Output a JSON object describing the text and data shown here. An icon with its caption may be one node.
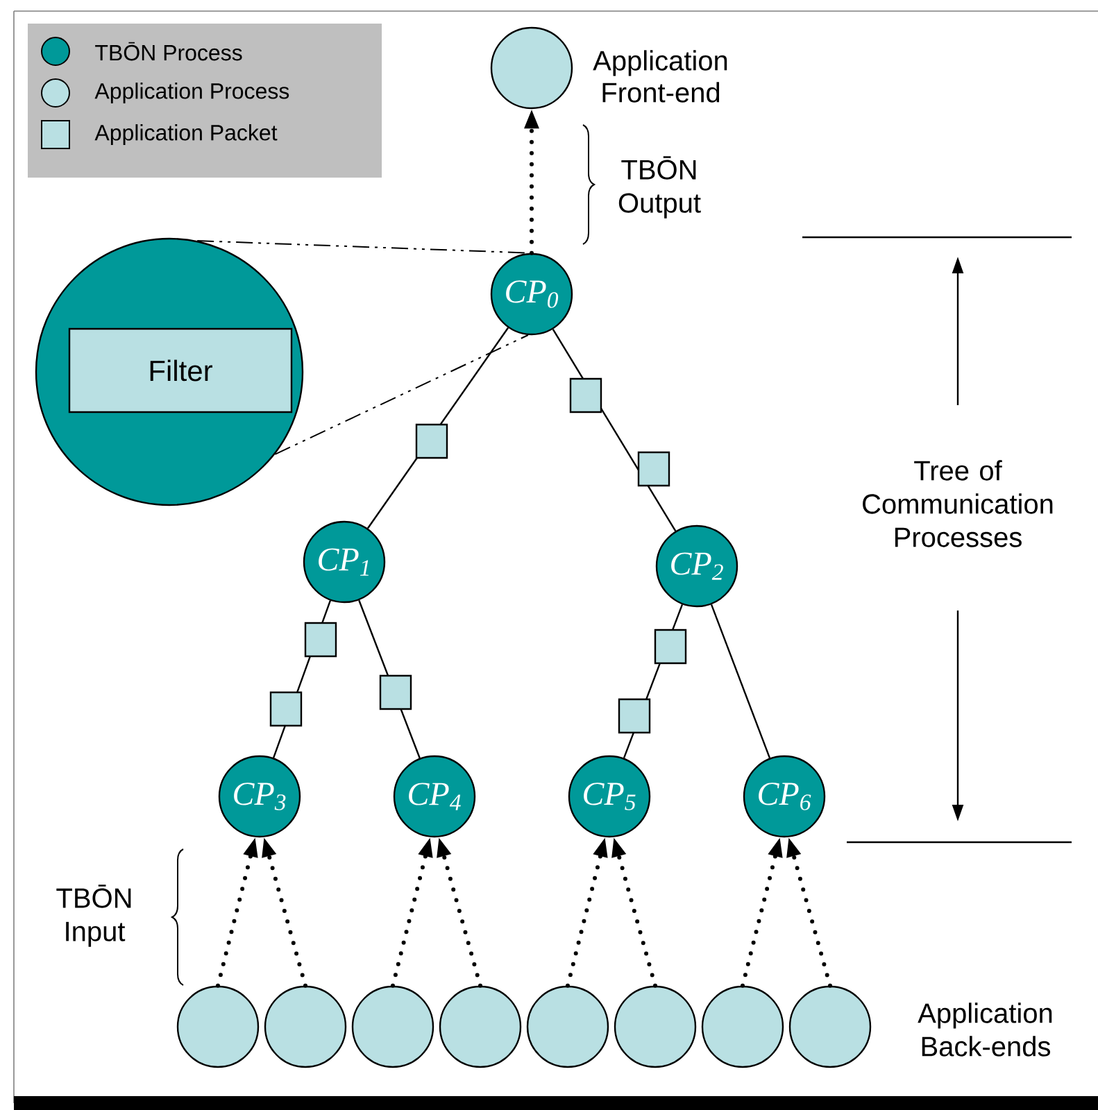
{
  "diagram": {
    "nodes": [
      {
        "text": [],
        "shape": "circle",
        "beside": [
          "Application Front-end"
        ]
      },
      {
        "text": [
          "CP$_{0}$"
        ]
      },
      {
        "text": [
          "CP$_{1}$"
        ]
      },
      {
        "text": [
          "CP$_{2}$"
        ]
      },
      {
        "text": [
          "CP$_{3}$"
        ]
      },
      {
        "text": [
          "CP$_{4}$"
        ]
      },
      {
        "text": [
          "CP$_{5}$"
        ]
      },
      {
        "text": [
          "CP$_{6}$"
        ]
      },
      {
        "text": [],
        "shape": "circle"
      },
      {
        "text": [],
        "shape": "circle"
      },
      {
        "text": [],
        "shape": "circle"
      },
      {
        "text": [],
        "shape": "circle"
      },
      {
        "text": [],
        "shape": "circle"
      },
      {
        "text": [],
        "shape": "circle"
      },
      {
        "text": [],
        "shape": "circle"
      },
      {
        "text": [],
        "shape": "circle"
      },
      {
        "text": [],
        "shape": "circle"
      },
      {
        "text": [
          "Filter"
        ],
        "in": 16
      }
    ],
    "edges": [
      {
        "from": 1,
        "to": 0,
        "arrow": "to",
        "style": "dashed"
      },
      {
        "from": 16,
        "to": 1,
        "arrow": "none",
        "style": "dashed"
      },
      {
        "from": 16,
        "to": 1,
        "arrow": "none",
        "style": "dashed"
      },
      {
        "from": 1,
        "to": 2,
        "arrow": "none"
      },
      {
        "from": 1,
        "to": 3,
        "arrow": "none"
      },
      {
        "from": 2,
        "to": 4,
        "arrow": "none"
      },
      {
        "from": 2,
        "to": 5,
        "arrow": "none"
      },
      {
        "from": 3,
        "to": 6,
        "arrow": "none"
      },
      {
        "from": 3,
        "to": 7,
        "arrow": "none"
      },
      {
        "from": 8,
        "to": 4,
        "arrow": "to",
        "style": "dashed"
      },
      {
        "from": 9,
        "to": 4,
        "arrow": "to",
        "style": "dashed"
      },
      {
        "from": 10,
        "to": 5,
        "arrow": "to",
        "style": "dashed"
      },
      {
        "from": 11,
        "to": 5,
        "arrow": "to",
        "style": "dashed"
      },
      {
        "from": 12,
        "to": 6,
        "arrow": "to",
        "style": "dashed"
      },
      {
        "from": 13,
        "to": 6,
        "arrow": "to",
        "style": "dashed"
      },
      {
        "from": 14,
        "to": 7,
        "arrow": "to",
        "style": "dashed"
      },
      {
        "from": 15,
        "to": 7,
        "arrow": "to",
        "style": "dashed"
      }
    ],
    "labels": [
      "TBŌN Output",
      "Tree of Communication Processes",
      "TBŌN Input",
      "Application Back-ends"
    ],
    "legend": [
      {
        "text": "TBŌN Process"
      },
      {
        "text": "Application Process"
      },
      {
        "text": "Application Packet"
      }
    ]
  }
}
